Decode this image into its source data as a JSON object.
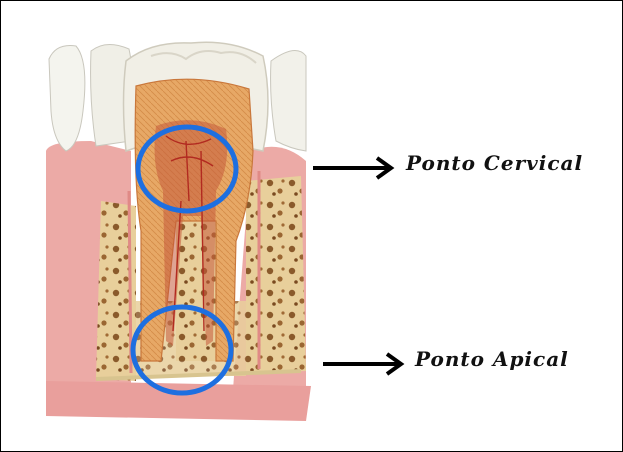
{
  "labels": {
    "cervical": "Ponto Cervical",
    "apical": "Ponto Apical"
  },
  "colors": {
    "highlight_circle": "#1e6fe0",
    "gum": "#e9a8a4",
    "pulp": "#d98a4e",
    "bone": "#e8cf9b",
    "enamel": "#f1efe6",
    "arrow": "#000000"
  },
  "icons": {
    "arrow": "right-arrow-icon",
    "highlight": "circle-highlight"
  }
}
